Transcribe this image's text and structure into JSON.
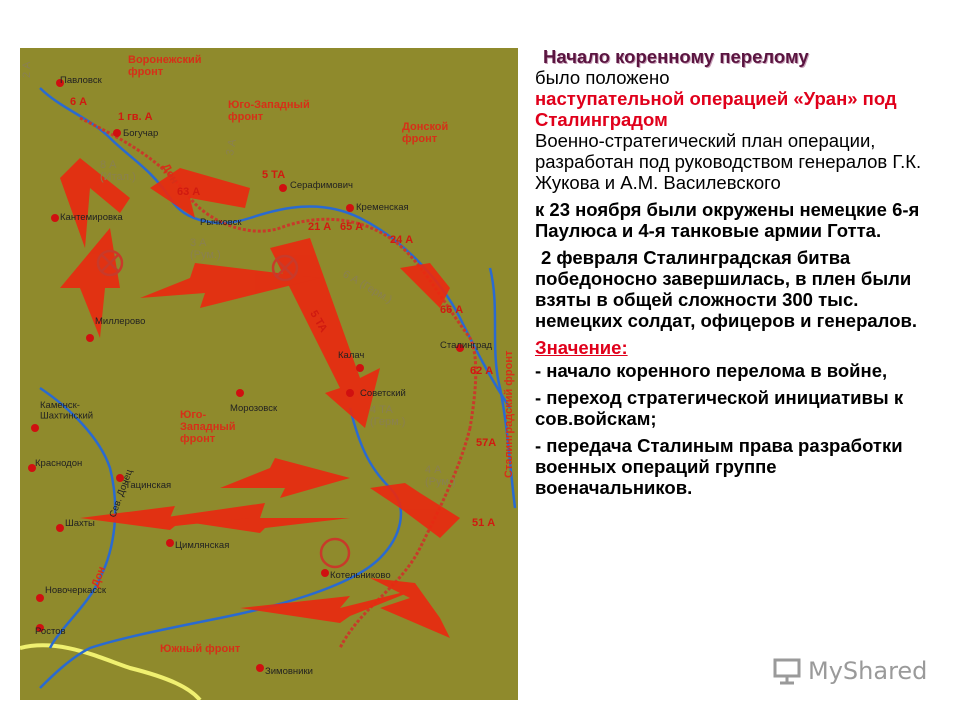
{
  "map": {
    "fronts": {
      "voronezh": "Воронежский\nфронт",
      "southwestern_top": "Юго-Западный\nфронт",
      "don": "Донской\nфронт",
      "southwestern_bottom": "Юго-\nЗападный\nфронт",
      "southern": "Южный фронт",
      "stalingrad": "Сталинградский фронт"
    },
    "cities": {
      "pavlovsk": "Павловск",
      "boguchar": "Богучар",
      "serafimovich": "Серафимович",
      "kremenskaya": "Кременская",
      "kantemirovka": "Кантемировка",
      "rychkovsky": "Рычковск",
      "millerovo": "Миллерово",
      "kalach": "Калач",
      "stalingrad": "Сталинград",
      "sovetsky": "Советский",
      "morozovsk": "Морозовск",
      "kamensk": "Каменск-\nШахтинский",
      "tatsinskaya": "Тацинская",
      "krasnodon": "Краснодон",
      "shakhty": "Шахты",
      "tsimlyanskaya": "Цимлянская",
      "kotelnikovo": "Котельниково",
      "novocherkassk": "Новочеркасск",
      "rostov": "Ростов",
      "zimovniki": "Зимовники"
    },
    "rivers": {
      "don_upper": "Дон",
      "don_lower": "Дон",
      "seversky_donets": "Сев. Донец"
    },
    "armies": {
      "a2_hung": "2 А",
      "a6": "6 А",
      "gv1": "1 гв. А",
      "a63": "63 А",
      "ta5_top": "5 ТА",
      "a21": "21 А",
      "a65": "65 А",
      "a24": "24 А",
      "a66": "66 А",
      "a62": "62 А",
      "a57": "57А",
      "a51": "51 А",
      "ta5_arrow": "5 ТА",
      "ital8": "8 А\n(Итал.)",
      "rum3": "3 А\n(Рум.)",
      "germ6": "6 А (Герм.)",
      "germ4": "4 ТА\n(Герм.)",
      "rum4": "4 А\n(Рум.)",
      "a3": "3 А"
    },
    "colors": {
      "map_bg": "#8f8a2c",
      "front_line": "#c83a2a",
      "arrow": "#e82a10",
      "river": "#2a6ad0",
      "border": "#f0f070"
    }
  },
  "text": {
    "title": "Начало коренному перелому",
    "intro_1": "было положено",
    "intro_highlight": "наступательной операцией «Уран» под Сталинградом",
    "plan": "Военно-стратегический план операции, разработан под руководством генералов Г.К. Жукова и А.М. Василевского",
    "encircled": "к 23 ноября были окружены немецкие 6-я Паулюса и 4-я танковые армии Готта.",
    "victory": "2 февраля Сталинградская битва победоносно завершилась, в плен были взяты в общей сложности 300 тыс. немецких солдат, офицеров и генералов.",
    "meaning_label": "Значение:",
    "point_1": "- начало коренного перелома в войне,",
    "point_2": "- переход стратегической инициативы к сов.войскам;",
    "point_3": "- передача Сталиным права разработки военных операций группе военачальников."
  },
  "watermark": "MyShared"
}
